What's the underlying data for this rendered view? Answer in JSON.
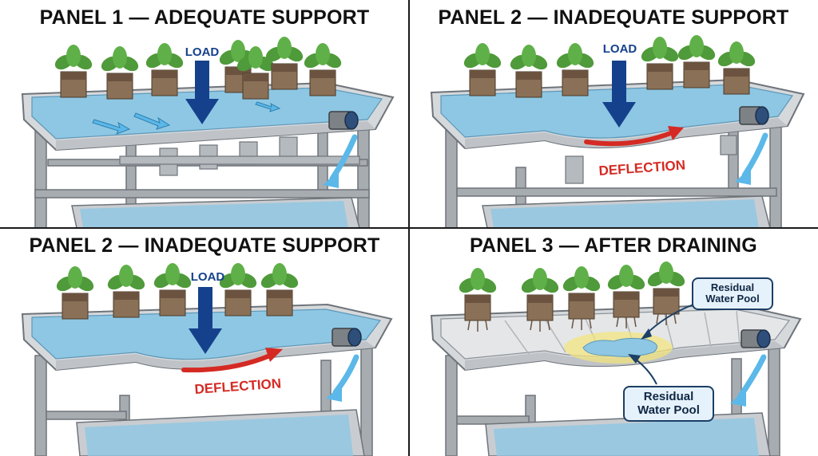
{
  "colors": {
    "water": "#8ec7e3",
    "tray": "#d6d9dc",
    "frame": "#a7acb1",
    "load_arrow": "#15418c",
    "deflection_arrow": "#d42a23",
    "drain_arrow": "#5bb8e8",
    "residual_pool": "#f3e57a",
    "leaf": "#4f9a3a",
    "callout_fill": "#e6f2fb"
  },
  "panels": [
    {
      "title": "PANEL 1 — ADEQUATE SUPPORT",
      "load_label": "LOAD",
      "plant_count": 7,
      "sag": 0,
      "full": true
    },
    {
      "title": "PANEL 2 — INADEQUATE SUPPORT",
      "load_label": "LOAD",
      "deflection_label": "DEFLECTION",
      "plant_count": 6,
      "sag": 1,
      "full": true
    },
    {
      "title": "PANEL 2 — INADEQUATE SUPPORT",
      "load_label": "LOAD",
      "deflection_label": "DEFLECTION",
      "plant_count": 5,
      "sag": 1,
      "full": true
    },
    {
      "title": "PANEL 3 — AFTER DRAINING",
      "callout_top": "Residual\nWater Pool",
      "callout_bottom": "Residual\nWater Pool",
      "plant_count": 5,
      "sag": 0.6,
      "full": false
    }
  ]
}
